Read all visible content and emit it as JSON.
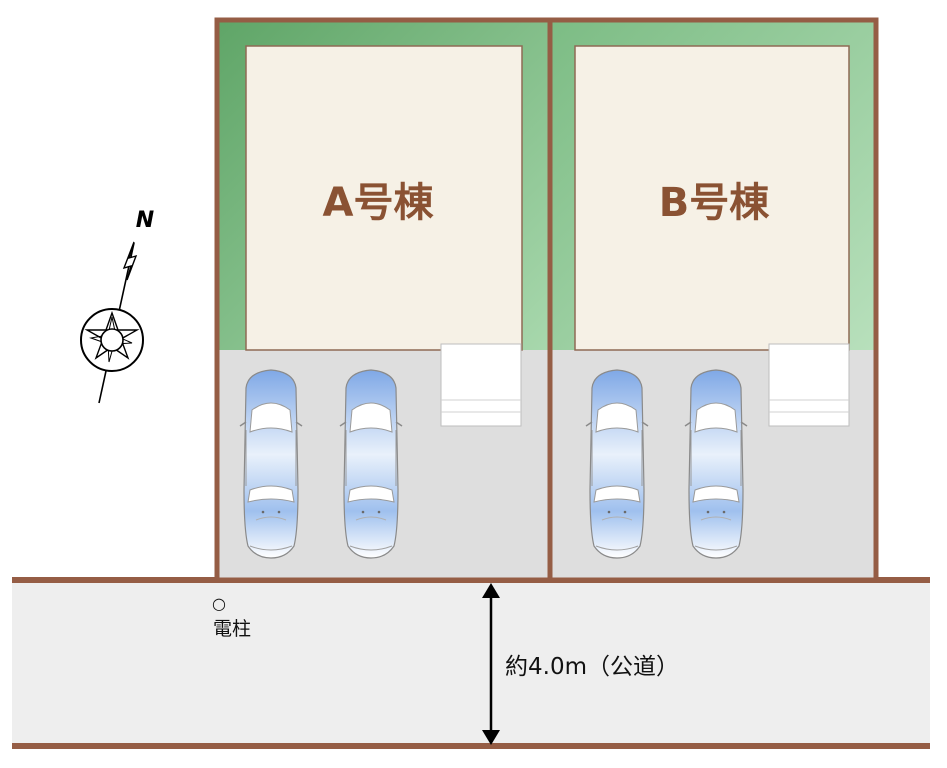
{
  "lots": [
    {
      "id": "a",
      "label": "A号棟"
    },
    {
      "id": "b",
      "label": "B号棟"
    }
  ],
  "road": {
    "width_label": "約4.0m（公道）"
  },
  "utility_pole": {
    "label": "電柱",
    "marker": "○"
  },
  "compass": {
    "north_label": "N"
  },
  "colors": {
    "boundary": "#955d45",
    "garden_green": "#6aaa72",
    "house_fill": "#f6f1e6",
    "parking_fill": "#dedede",
    "road_fill": "#eeeeee",
    "car_body": "#8fb4e8",
    "text_brown": "#8a5233"
  }
}
